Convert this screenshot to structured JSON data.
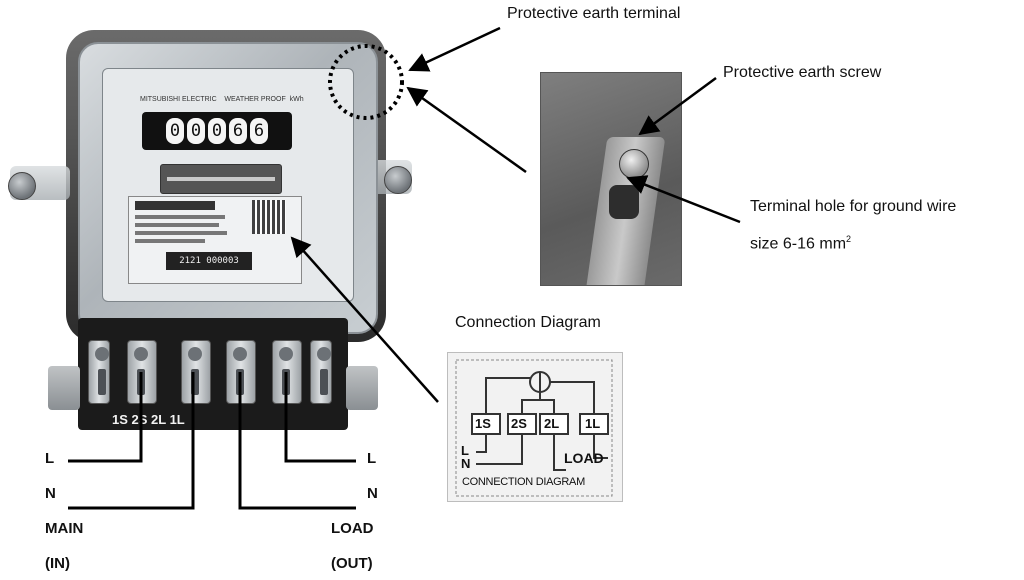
{
  "labels": {
    "protective_earth_terminal": "Protective earth terminal",
    "protective_earth_screw": "Protective earth screw",
    "terminal_hole_line1": "Terminal hole for ground wire",
    "terminal_hole_line2": "size 6-16 mm",
    "terminal_hole_sup": "2",
    "connection_diagram_title": "Connection Diagram"
  },
  "wiring": {
    "main_L": "L",
    "main_N": "N",
    "main": "MAIN",
    "main_in": "(IN)",
    "load_L": "L",
    "load_N": "N",
    "load": "LOAD",
    "load_out": "(OUT)"
  },
  "meter": {
    "terminal_strip": "1S 2S   2L 1L",
    "register_digits": [
      "0",
      "0",
      "0",
      "6",
      "6"
    ],
    "serial": "2121 000003"
  },
  "diagram_card": {
    "terminals": [
      "1S",
      "2S",
      "2L",
      "1L"
    ],
    "L": "L",
    "N": "N",
    "load": "LOAD",
    "caption": "CONNECTION DIAGRAM"
  },
  "colors": {
    "wire": "#111111",
    "meter_dark": "#1b1b1b"
  }
}
